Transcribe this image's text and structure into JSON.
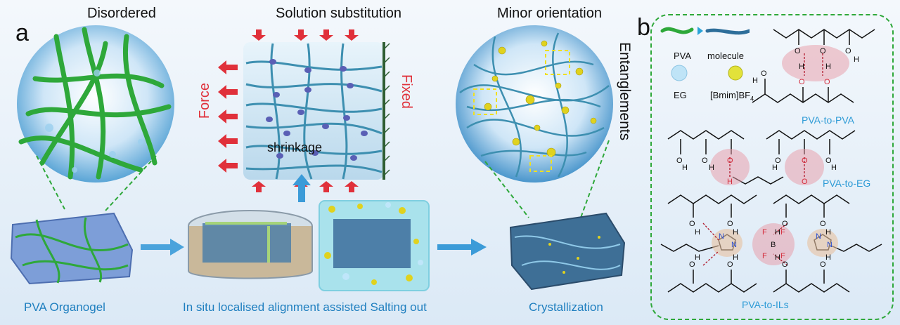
{
  "panel_a": {
    "letter": "a",
    "titles": {
      "disordered": "Disordered",
      "solution": "Solution substitution",
      "minor": "Minor orientation"
    },
    "force_label": "Force",
    "fixed_label": "Fixed",
    "shrinkage_label": "shrinkage",
    "captions": {
      "organogel": "PVA Organogel",
      "salting": "In situ localised alignment assisted Salting out",
      "crystal": "Crystallization"
    }
  },
  "panel_b": {
    "letter": "b",
    "side_title": "Entanglements",
    "legend": {
      "pva": "PVA",
      "molecule": "molecule",
      "eg": "EG",
      "bmim": "[Bmim]BF"
    },
    "labels": {
      "pva_pva": "PVA-to-PVA",
      "pva_eg": "PVA-to-EG",
      "pva_ils": "PVA-to-ILs"
    }
  },
  "colors": {
    "green": "#2ea83a",
    "blue_caption": "#1f7fbf",
    "red": "#e0303a",
    "fiber": "#3d8fb0"
  }
}
